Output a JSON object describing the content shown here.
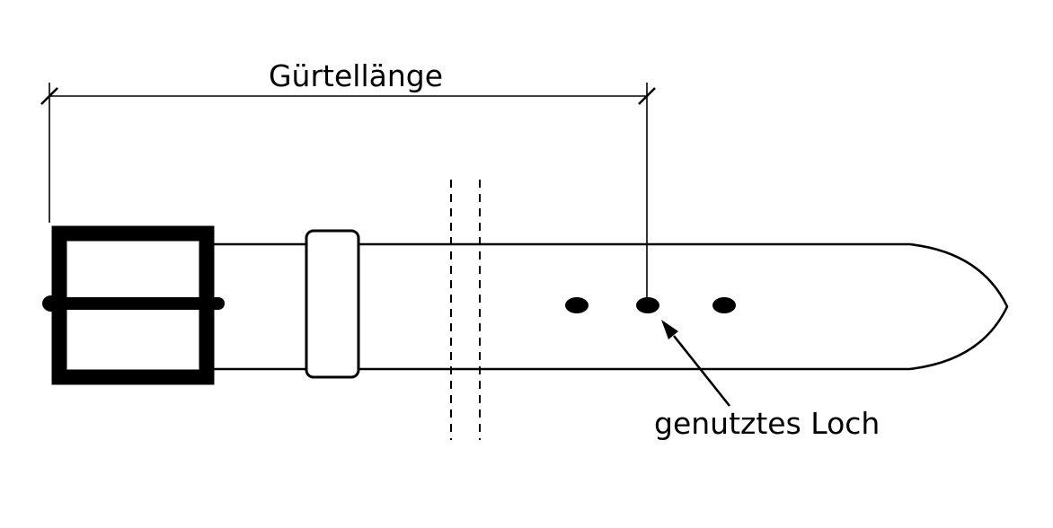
{
  "diagram": {
    "type": "technical-drawing",
    "subject": "belt-length-measurement",
    "dimension_label": "Gürtellänge",
    "annotation_label": "genutztes Loch",
    "hole_count": 3,
    "colors": {
      "stroke": "#000000",
      "background": "#ffffff"
    }
  }
}
